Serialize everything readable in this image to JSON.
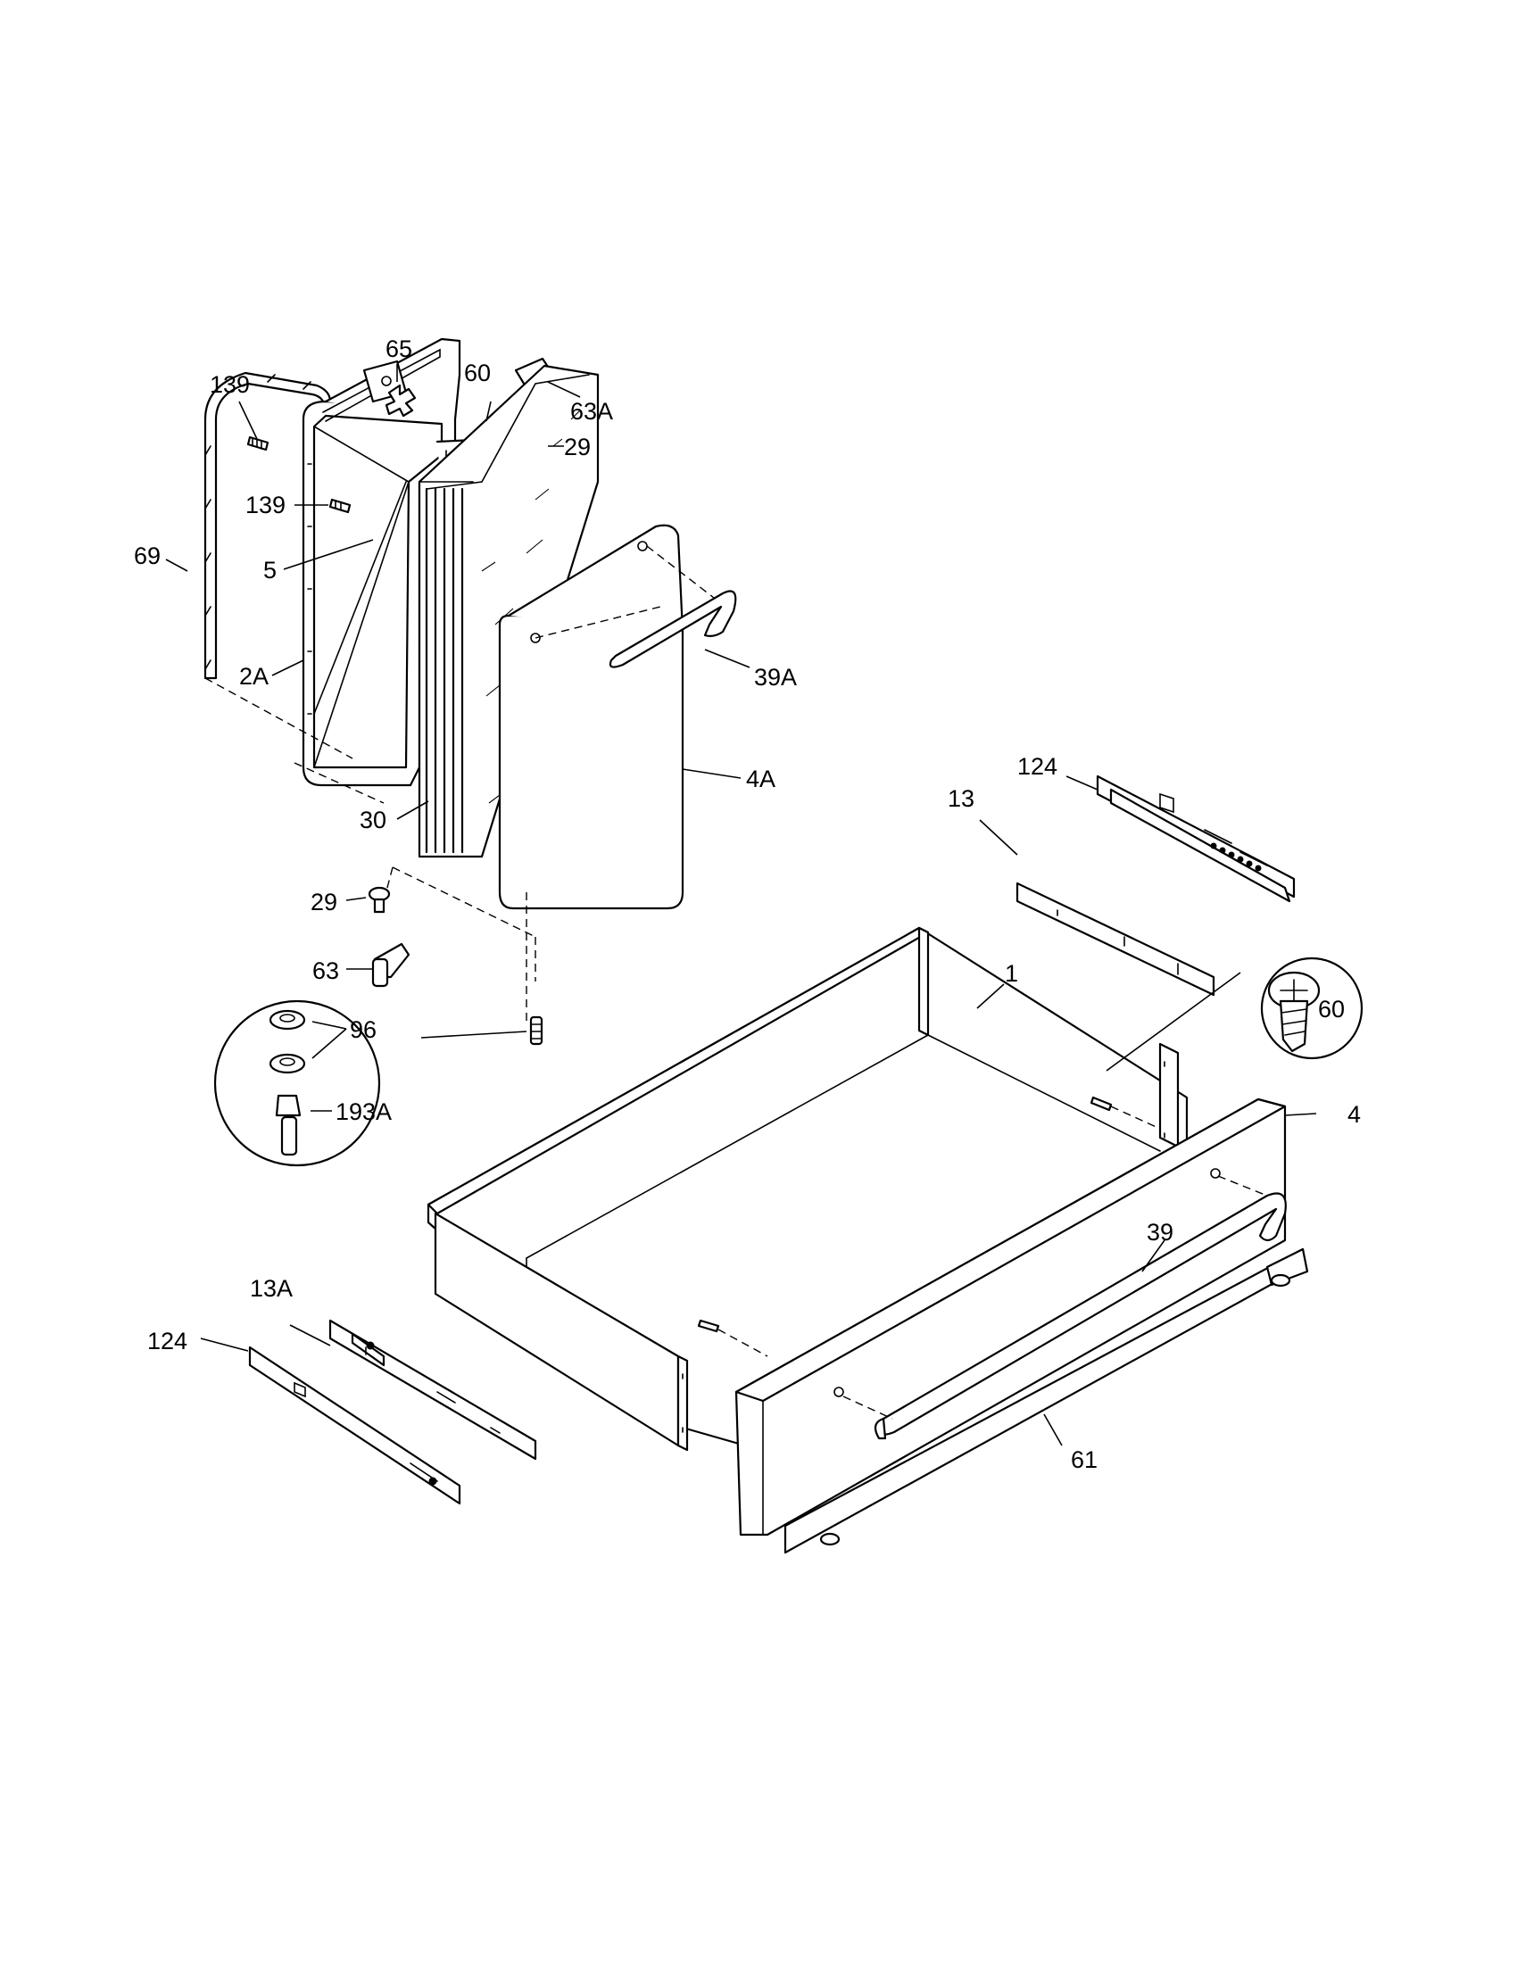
{
  "callouts": [
    {
      "id": "c65",
      "label": "65"
    },
    {
      "id": "c60a",
      "label": "60"
    },
    {
      "id": "c63a",
      "label": "63A"
    },
    {
      "id": "c139a",
      "label": "139"
    },
    {
      "id": "c29a",
      "label": "29"
    },
    {
      "id": "c139b",
      "label": "139"
    },
    {
      "id": "c5",
      "label": "5"
    },
    {
      "id": "c69",
      "label": "69"
    },
    {
      "id": "c2a",
      "label": "2A"
    },
    {
      "id": "c39a",
      "label": "39A"
    },
    {
      "id": "c4a",
      "label": "4A"
    },
    {
      "id": "c30",
      "label": "30"
    },
    {
      "id": "c124a",
      "label": "124"
    },
    {
      "id": "c13",
      "label": "13"
    },
    {
      "id": "c1",
      "label": "1"
    },
    {
      "id": "c29b",
      "label": "29"
    },
    {
      "id": "c63",
      "label": "63"
    },
    {
      "id": "c96",
      "label": "96"
    },
    {
      "id": "c60b",
      "label": "60"
    },
    {
      "id": "c193a",
      "label": "193A"
    },
    {
      "id": "c4",
      "label": "4"
    },
    {
      "id": "c39",
      "label": "39"
    },
    {
      "id": "c13a",
      "label": "13A"
    },
    {
      "id": "c124b",
      "label": "124"
    },
    {
      "id": "c61",
      "label": "61"
    }
  ]
}
